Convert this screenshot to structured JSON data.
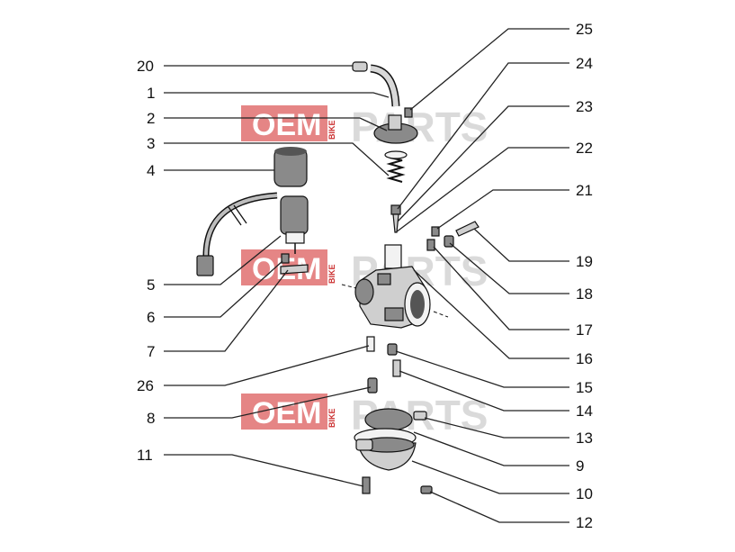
{
  "watermark": {
    "oem": "OEM",
    "bike": "BIKE",
    "parts": "PARTS",
    "box_color": "#e07070"
  },
  "callouts": {
    "c20": "20",
    "c1": "1",
    "c2": "2",
    "c3": "3",
    "c4": "4",
    "c5": "5",
    "c6": "6",
    "c7": "7",
    "c26": "26",
    "c8": "8",
    "c11": "11",
    "c25": "25",
    "c24": "24",
    "c23": "23",
    "c22": "22",
    "c21": "21",
    "c19": "19",
    "c18": "18",
    "c17": "17",
    "c16": "16",
    "c15": "15",
    "c14": "14",
    "c13": "13",
    "c9": "9",
    "c10": "10",
    "c12": "12"
  }
}
